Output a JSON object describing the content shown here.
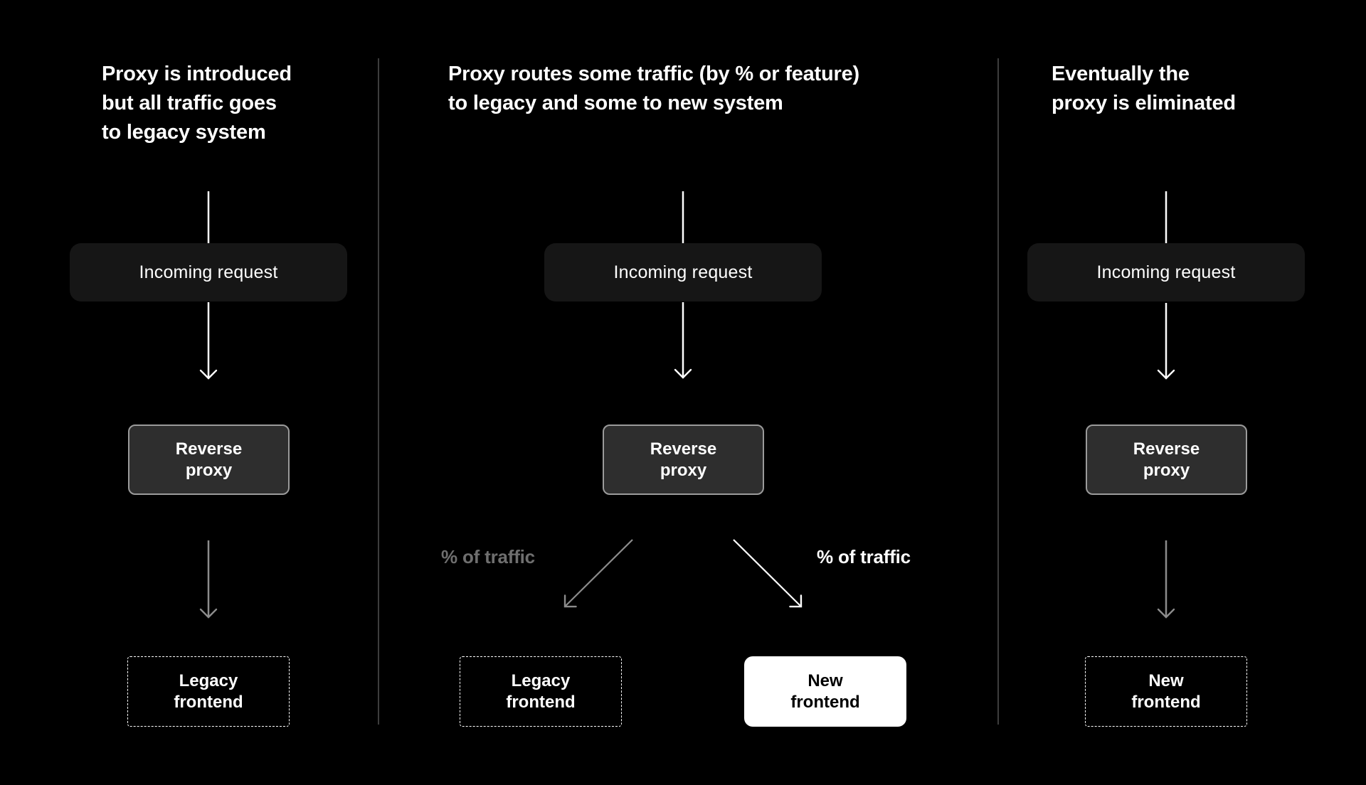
{
  "colors": {
    "background": "#000000",
    "divider": "#3d3d3d",
    "arrow_white": "#ffffff",
    "arrow_gray": "#8c8c8c",
    "label_gray": "#6f6f6f",
    "incoming_box_fill": "#161616",
    "proxy_box_fill": "#2e2e2e",
    "proxy_box_border": "#9b9b9b",
    "dashed_box_border": "#ffffff",
    "new_box_fill": "#ffffff",
    "text_white": "#ffffff",
    "text_black": "#000000"
  },
  "panels": [
    {
      "title": "Proxy is introduced\nbut all traffic goes\nto legacy system",
      "incoming_label": "Incoming request",
      "proxy_label": "Reverse\nproxy",
      "target_label": "Legacy\nfrontend"
    },
    {
      "title": "Proxy routes some traffic (by % or feature)\nto legacy and some to new system",
      "incoming_label": "Incoming request",
      "proxy_label": "Reverse\nproxy",
      "branch_left_label": "% of traffic",
      "branch_right_label": "% of traffic",
      "legacy_label": "Legacy\nfrontend",
      "new_label": "New\nfrontend"
    },
    {
      "title": "Eventually the\nproxy is eliminated",
      "incoming_label": "Incoming request",
      "proxy_label": "Reverse\nproxy",
      "target_label": "New\nfrontend"
    }
  ]
}
